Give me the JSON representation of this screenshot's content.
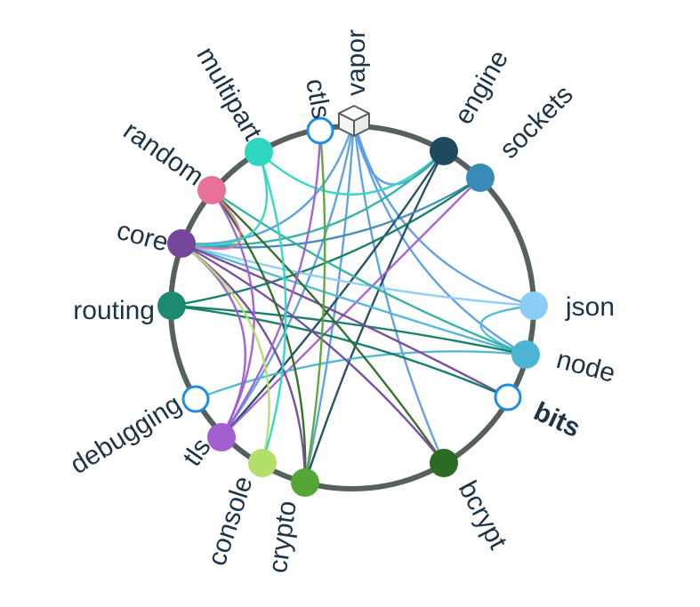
{
  "diagram": {
    "title": "",
    "ring_color": "#56615f",
    "nodes": [
      {
        "id": "vapor",
        "label": "vapor",
        "color": "#ffffff",
        "shape": "cube",
        "bold": false
      },
      {
        "id": "engine",
        "label": "engine",
        "color": "#1f4a5e",
        "shape": "circle",
        "bold": false
      },
      {
        "id": "sockets",
        "label": "sockets",
        "color": "#3a8ab8",
        "shape": "circle",
        "bold": false
      },
      {
        "id": "json",
        "label": "json",
        "color": "#8ccdf5",
        "shape": "circle",
        "bold": false
      },
      {
        "id": "node",
        "label": "node",
        "color": "#4db4d4",
        "shape": "circle",
        "bold": false
      },
      {
        "id": "bits",
        "label": "bits",
        "color": "#ffffff",
        "shape": "hollow",
        "bold": true
      },
      {
        "id": "bcrypt",
        "label": "bcrypt",
        "color": "#2c6b24",
        "shape": "circle",
        "bold": false
      },
      {
        "id": "crypto",
        "label": "crypto",
        "color": "#55a637",
        "shape": "circle",
        "bold": false
      },
      {
        "id": "console",
        "label": "console",
        "color": "#b3e06b",
        "shape": "circle",
        "bold": false
      },
      {
        "id": "tls",
        "label": "tls",
        "color": "#a05ecf",
        "shape": "circle",
        "bold": false
      },
      {
        "id": "debugging",
        "label": "debugging",
        "color": "#ffffff",
        "shape": "hollow",
        "bold": false
      },
      {
        "id": "routing",
        "label": "routing",
        "color": "#1b8a6e",
        "shape": "circle",
        "bold": false
      },
      {
        "id": "core",
        "label": "core",
        "color": "#74479a",
        "shape": "circle",
        "bold": false
      },
      {
        "id": "random",
        "label": "random",
        "color": "#e8719a",
        "shape": "circle",
        "bold": false
      },
      {
        "id": "multipart",
        "label": "multipart",
        "color": "#2fd6c0",
        "shape": "circle",
        "bold": false
      },
      {
        "id": "ctls",
        "label": "ctls",
        "color": "#ffffff",
        "shape": "hollow",
        "bold": false
      }
    ],
    "edges": [
      {
        "from": "vapor",
        "to": "tls",
        "color": "#5c9de0"
      },
      {
        "from": "vapor",
        "to": "crypto",
        "color": "#5c9de0"
      },
      {
        "from": "vapor",
        "to": "core",
        "color": "#5c9de0"
      },
      {
        "from": "vapor",
        "to": "bcrypt",
        "color": "#5c9de0"
      },
      {
        "from": "vapor",
        "to": "json",
        "color": "#5c9de0"
      },
      {
        "from": "vapor",
        "to": "node",
        "color": "#5c9de0"
      },
      {
        "from": "vapor",
        "to": "engine",
        "color": "#5c9de0"
      },
      {
        "from": "engine",
        "to": "multipart",
        "color": "#2fd6c0"
      },
      {
        "from": "engine",
        "to": "core",
        "color": "#2fb0a0"
      },
      {
        "from": "engine",
        "to": "tls",
        "color": "#1f4a5e"
      },
      {
        "from": "engine",
        "to": "crypto",
        "color": "#1f4a5e"
      },
      {
        "from": "sockets",
        "to": "core",
        "color": "#3a8ab8"
      },
      {
        "from": "sockets",
        "to": "routing",
        "color": "#117a66"
      },
      {
        "from": "sockets",
        "to": "tls",
        "color": "#a05ecf"
      },
      {
        "from": "json",
        "to": "core",
        "color": "#8ccdf5"
      },
      {
        "from": "json",
        "to": "node",
        "color": "#4db4d4"
      },
      {
        "from": "node",
        "to": "core",
        "color": "#4db4d4"
      },
      {
        "from": "node",
        "to": "routing",
        "color": "#117a66"
      },
      {
        "from": "node",
        "to": "debugging",
        "color": "#4db4d4"
      },
      {
        "from": "node",
        "to": "random",
        "color": "#2fb0a0"
      },
      {
        "from": "bits",
        "to": "core",
        "color": "#74479a"
      },
      {
        "from": "bits",
        "to": "routing",
        "color": "#117a66"
      },
      {
        "from": "bcrypt",
        "to": "random",
        "color": "#2c6b24"
      },
      {
        "from": "bcrypt",
        "to": "core",
        "color": "#74479a"
      },
      {
        "from": "crypto",
        "to": "ctls",
        "color": "#55a637"
      },
      {
        "from": "crypto",
        "to": "random",
        "color": "#2c6b24"
      },
      {
        "from": "crypto",
        "to": "core",
        "color": "#74479a"
      },
      {
        "from": "tls",
        "to": "core",
        "color": "#a05ecf"
      },
      {
        "from": "tls",
        "to": "ctls",
        "color": "#a05ecf"
      },
      {
        "from": "tls",
        "to": "random",
        "color": "#a05ecf"
      },
      {
        "from": "console",
        "to": "core",
        "color": "#b3e06b"
      },
      {
        "from": "console",
        "to": "multipart",
        "color": "#2fd6c0"
      },
      {
        "from": "random",
        "to": "core",
        "color": "#e8719a"
      },
      {
        "from": "multipart",
        "to": "core",
        "color": "#2fd6c0"
      }
    ]
  }
}
